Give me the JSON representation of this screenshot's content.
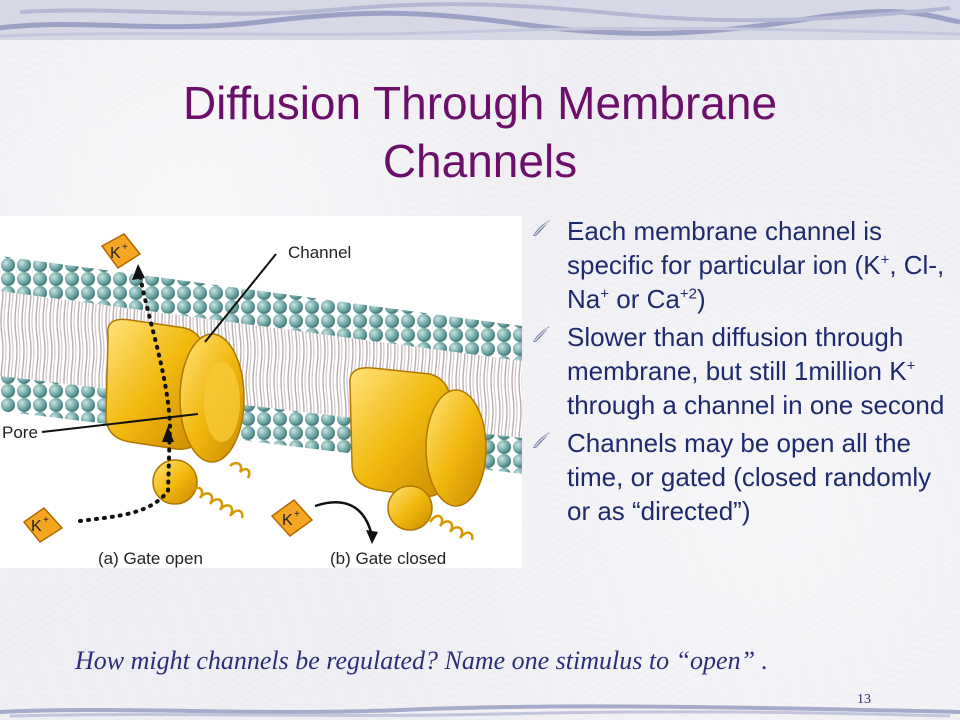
{
  "slide": {
    "title_line1": "Diffusion Through Membrane",
    "title_line2": "Channels",
    "page_number": "13"
  },
  "figure": {
    "label_channel": "Channel",
    "label_pore": "Pore",
    "label_ion": "K",
    "label_ion_charge": "+",
    "caption_a": "(a) Gate open",
    "caption_b": "(b) Gate closed"
  },
  "bullets": [
    {
      "parts": [
        "Each membrane channel is specific for particular ion (K",
        "+",
        ", Cl-, Na",
        "+",
        " or Ca",
        "+2",
        ")"
      ]
    },
    {
      "parts": [
        "Slower than diffusion through membrane, but still 1million K",
        "+",
        " through a channel in one second"
      ]
    },
    {
      "text": "Channels may be open all the time, or gated (closed randomly or as “directed”)"
    }
  ],
  "question": "How might channels be regulated? Name one stimulus to “open” .",
  "colors": {
    "title": "#6b0f6b",
    "bullet_text": "#1f2a6d",
    "question_text": "#2a2f78",
    "membrane_head": "#6ea7a6",
    "channel_protein": "#f2b90f"
  },
  "icons": {
    "bullet": "quill-stroke-bullet-icon"
  }
}
